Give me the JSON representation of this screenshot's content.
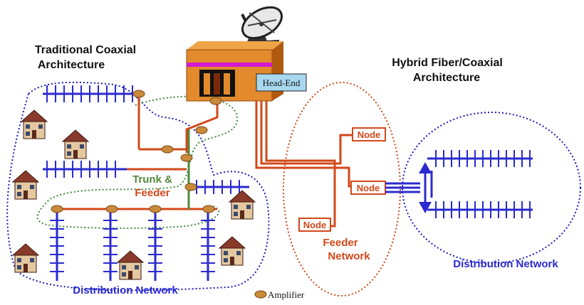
{
  "labels": {
    "traditional_title_line1": "Traditional Coaxial",
    "traditional_title_line2": "Architecture",
    "hfc_title_line1": "Hybrid Fiber/Coaxial",
    "hfc_title_line2": "Architecture",
    "head_end": "Head-End",
    "trunk": "Trunk &",
    "feeder": "Feeder",
    "node_top": "Node",
    "node_mid": "Node",
    "node_bottom": "Node",
    "feeder_network_line1": "Feeder",
    "feeder_network_line2": "Network",
    "distribution_left": "Distribution Network",
    "distribution_right": "Distribution Network",
    "amplifier_legend": "Amplifier"
  },
  "colors": {
    "trunk_orange": "#d2481a",
    "trunk_green": "#4f8a3c",
    "coax_blue": "#2a2ad0",
    "fiber_orange": "#d2481a",
    "amplifier": "#c98a3a",
    "outline_blue": "#1a1ab8",
    "outline_green": "#3c8a3c",
    "outline_red": "#cc4a1a",
    "building_orange": "#e28a2c",
    "building_magenta": "#d21ad2"
  }
}
